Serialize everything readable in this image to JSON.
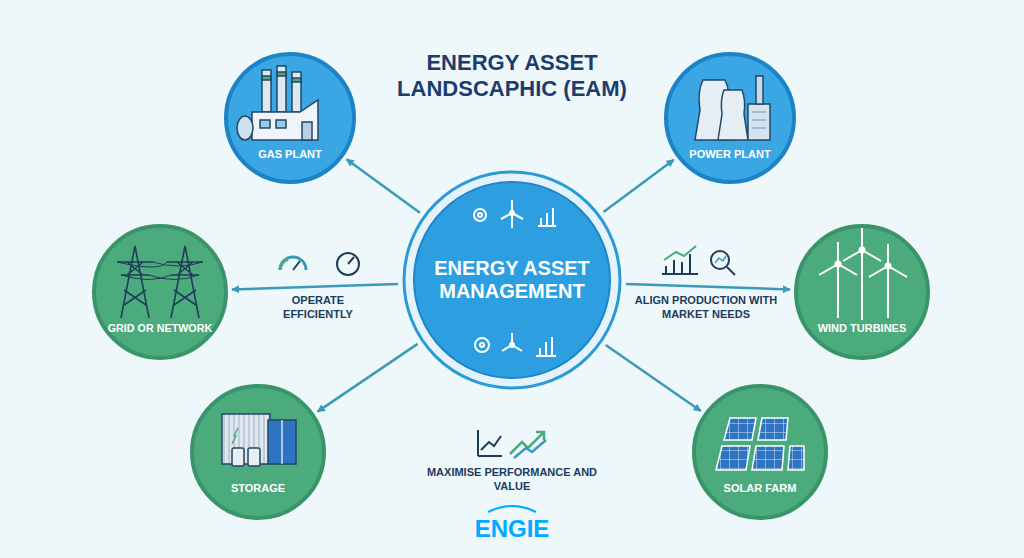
{
  "diagram": {
    "title": "ENERGY ASSET LANDSCAPHIC (EAM)",
    "nodes": [
      {
        "text": [
          "GAS PLANT"
        ]
      },
      {
        "text": [
          "POWER PLANT"
        ]
      },
      {
        "text": [
          "GRID OR NETWORK"
        ]
      },
      {
        "text": [
          "ENERGY ASSET MANAGEMENT"
        ]
      },
      {
        "text": [
          "WIND TURBINES"
        ]
      },
      {
        "text": [
          "STORAGE"
        ]
      },
      {
        "text": [
          "SOLAR FARM"
        ]
      }
    ],
    "edges": [
      {
        "from": 3,
        "to": 0,
        "arrow": "to"
      },
      {
        "from": 3,
        "to": 1,
        "arrow": "to"
      },
      {
        "from": 3,
        "to": 2,
        "label": "OPERATE EFFICIENTLY",
        "arrow": "to"
      },
      {
        "from": 3,
        "to": 4,
        "label": "ALIGN PRODUCTION WITH MARKET NEEDS",
        "arrow": "to"
      },
      {
        "from": 3,
        "to": 5,
        "arrow": "to"
      },
      {
        "from": 3,
        "to": 6,
        "arrow": "to"
      }
    ],
    "labels": [
      "MAXIMISE PERFORMANCE AND VALUE",
      "ENGIE"
    ]
  }
}
